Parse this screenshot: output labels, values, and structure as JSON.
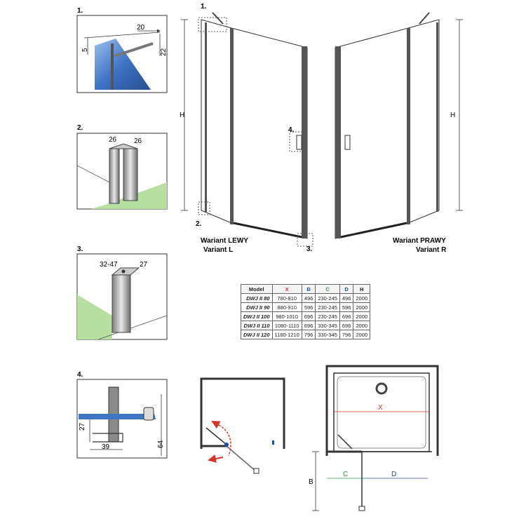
{
  "details": {
    "d1": {
      "num": "1.",
      "dim_top": "20",
      "dim_left": "5",
      "dim_right": "22"
    },
    "d2": {
      "num": "2.",
      "dim_a": "26",
      "dim_b": "26"
    },
    "d3": {
      "num": "3.",
      "dim_a": "32-47",
      "dim_b": "27"
    },
    "d4": {
      "num": "4.",
      "dim_h": "27",
      "dim_w": "39",
      "dim_v": "64"
    }
  },
  "callouts": {
    "c1": "1.",
    "c2": "2.",
    "c3": "3.",
    "c4": "4."
  },
  "main": {
    "h_left": "H",
    "h_right": "H"
  },
  "variants": {
    "left": {
      "line1": "Wariant LEWY",
      "line2": "Variant L"
    },
    "right": {
      "line1": "Wariant PRAWY",
      "line2": "Variant R"
    }
  },
  "table": {
    "headers": [
      "Model",
      "X",
      "B",
      "C",
      "D",
      "H"
    ],
    "header_colors": [
      "#222222",
      "#d9342b",
      "#1f4e9c",
      "#2e9a3f",
      "#1f4e9c",
      "#222222"
    ],
    "rows": [
      [
        "DWJ II 80",
        "780-810",
        "496",
        "230-245",
        "496",
        "2000"
      ],
      [
        "DWJ II 90",
        "880-910",
        "596",
        "230-245",
        "596",
        "2000"
      ],
      [
        "DWJ II 100",
        "980-1010",
        "696",
        "230-245",
        "696",
        "2000"
      ],
      [
        "DWJ II 110",
        "1080-1110",
        "696",
        "330-345",
        "696",
        "2000"
      ],
      [
        "DWJ II 120",
        "1180-1210",
        "796",
        "330-345",
        "796",
        "2000"
      ]
    ]
  },
  "plan": {
    "x": "X",
    "b": "B",
    "c": "C",
    "d": "D"
  },
  "colors": {
    "glass": "#3f73c4",
    "floor": "#b7e0a0",
    "x_dim": "#d9342b",
    "c_dim": "#2e9a3f",
    "b_dim": "#1f4e9c",
    "swing": "#d9342b"
  }
}
